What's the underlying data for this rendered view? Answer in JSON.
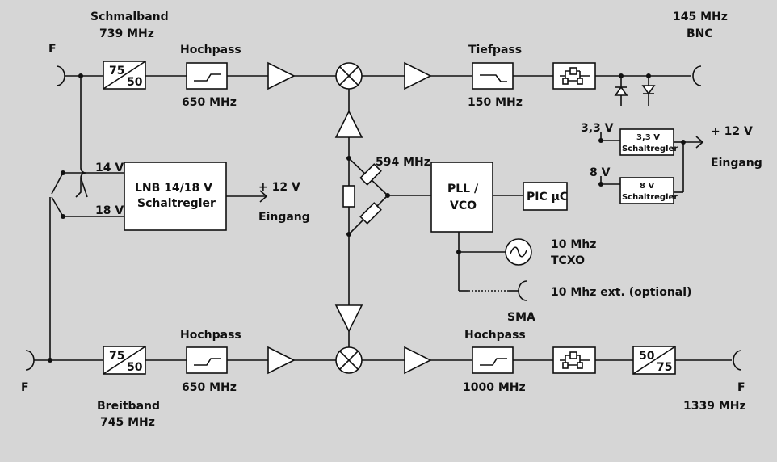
{
  "labels": {
    "narrowband_name": "Schmalband",
    "narrowband_freq": "739 MHz",
    "out_top_freq": "145 MHz",
    "out_top_conn": "BNC",
    "f_top": "F",
    "hp_top_title": "Hochpass",
    "hp_top_freq": "650 MHz",
    "lp_title": "Tiefpass",
    "lp_freq": "150 MHz",
    "ratio_top_a": "75",
    "ratio_top_b": "50",
    "v14": "14 V",
    "v18": "18 V",
    "lnb_line1": "LNB 14/18 V",
    "lnb_line2": "Schaltregler",
    "lnb_in_v": "+ 12 V",
    "lnb_in_label": "Eingang",
    "lo_freq": "594 MHz",
    "pll_line1": "PLL /",
    "pll_line2": "VCO",
    "pic": "PIC µC",
    "tcxo_freq": "10 Mhz",
    "tcxo_name": "TCXO",
    "ext_label": "10 Mhz ext. (optional)",
    "sma": "SMA",
    "v33": "3,3 V",
    "v8": "8 V",
    "reg33_line1": "3,3 V",
    "reg33_line2": "Schaltregler",
    "reg8_line1": "8 V",
    "reg8_line2": "Schaltregler",
    "pwr_in_v": "+ 12 V",
    "pwr_in_label": "Eingang",
    "f_bottom_left": "F",
    "hp_bot1_title": "Hochpass",
    "hp_bot1_freq": "650 MHz",
    "hp_bot2_title": "Hochpass",
    "hp_bot2_freq": "1000 MHz",
    "ratio_bot1_a": "75",
    "ratio_bot1_b": "50",
    "ratio_bot2_a": "50",
    "ratio_bot2_b": "75",
    "wideband_name": "Breitband",
    "wideband_freq": "745 MHz",
    "f_bottom_right": "F",
    "out_bot_freq": "1339 MHz"
  }
}
